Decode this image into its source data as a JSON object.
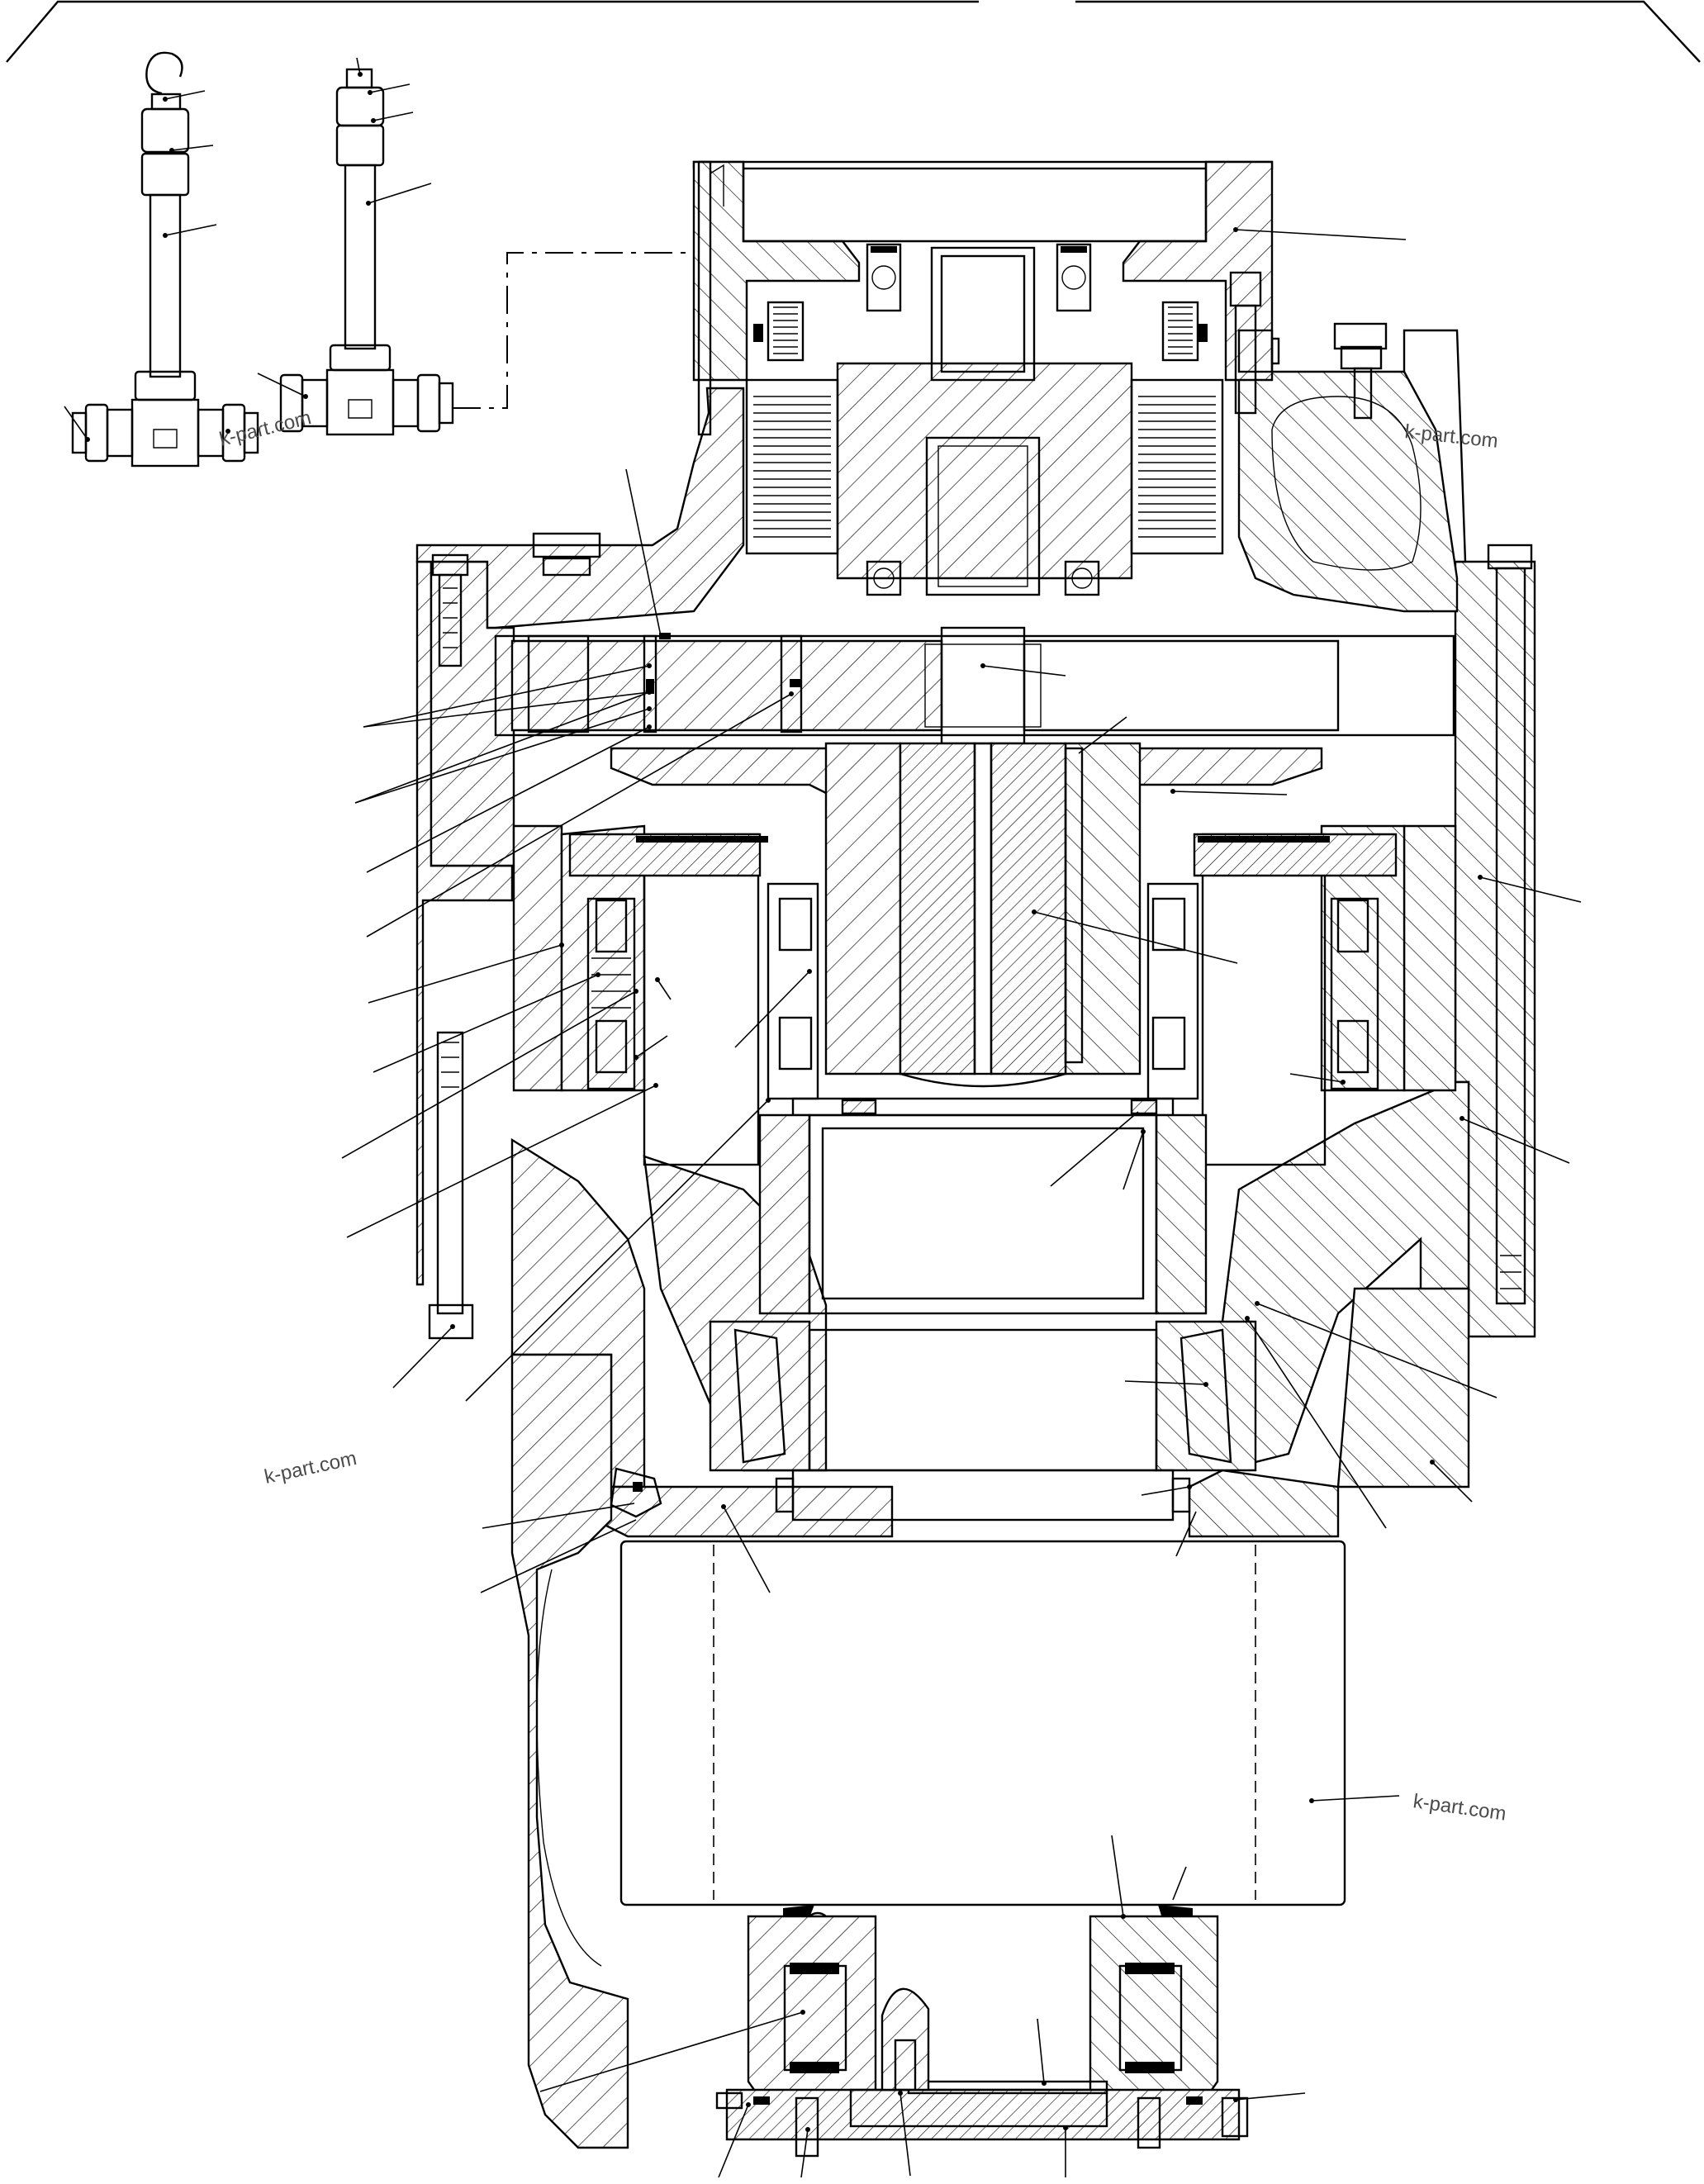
{
  "drawing": {
    "type": "sectional assembly drawing",
    "watermarks": [
      "k-part.com",
      "k-part.com",
      "k-part.com",
      "k-part.com"
    ]
  }
}
